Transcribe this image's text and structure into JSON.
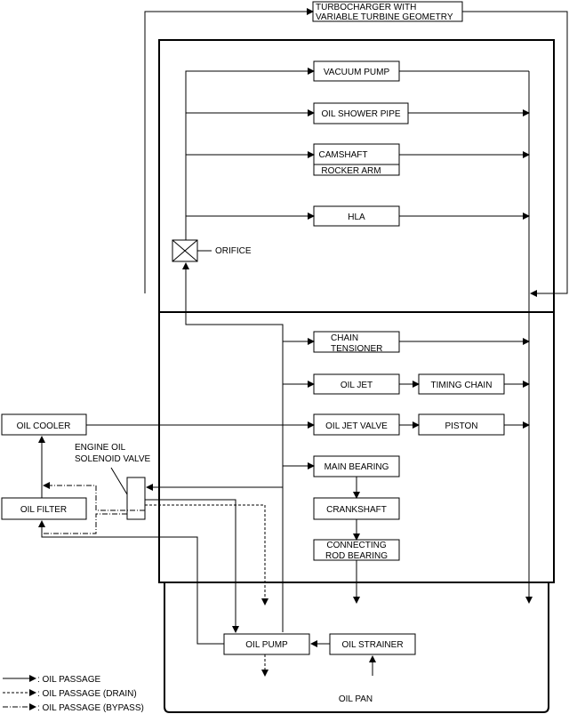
{
  "components": {
    "turbo_1": "TURBOCHARGER WITH",
    "turbo_2": "VARIABLE TURBINE GEOMETRY",
    "vacuum_pump": "VACUUM PUMP",
    "oil_shower_pipe": "OIL SHOWER PIPE",
    "camshaft": "CAMSHAFT",
    "rocker_arm": "ROCKER ARM",
    "hla": "HLA",
    "orifice": "ORIFICE",
    "chain_tensioner_1": "CHAIN",
    "chain_tensioner_2": "TENSIONER",
    "oil_jet": "OIL JET",
    "timing_chain": "TIMING CHAIN",
    "oil_cooler": "OIL COOLER",
    "oil_jet_valve": "OIL JET VALVE",
    "piston": "PISTON",
    "solenoid_1": "ENGINE OIL",
    "solenoid_2": "SOLENOID VALVE",
    "main_bearing": "MAIN BEARING",
    "oil_filter": "OIL FILTER",
    "crankshaft": "CRANKSHAFT",
    "rod_bearing_1": "CONNECTING",
    "rod_bearing_2": "ROD BEARING",
    "oil_pump": "OIL PUMP",
    "oil_strainer": "OIL STRAINER",
    "oil_pan": "OIL PAN"
  },
  "legend": {
    "passage": ": OIL PASSAGE",
    "drain": ": OIL PASSAGE (DRAIN)",
    "bypass": ": OIL PASSAGE (BYPASS)"
  }
}
